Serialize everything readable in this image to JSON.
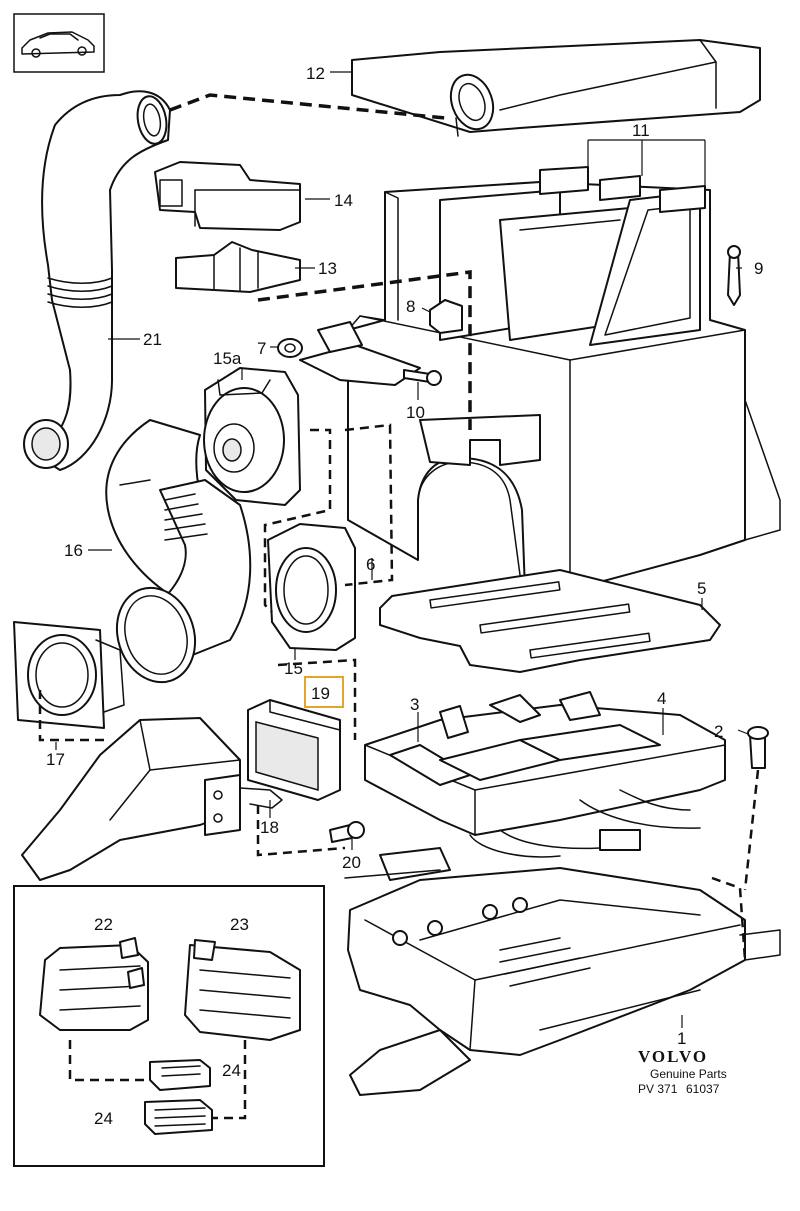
{
  "callouts": {
    "c1": "1",
    "c2": "2",
    "c3": "3",
    "c4": "4",
    "c5": "5",
    "c6": "6",
    "c7": "7",
    "c8": "8",
    "c9": "9",
    "c10": "10",
    "c11": "11",
    "c12": "12",
    "c13": "13",
    "c14": "14",
    "c15": "15",
    "c15a": "15a",
    "c16": "16",
    "c17": "17",
    "c18": "18",
    "c19": "19",
    "c20": "20",
    "c21": "21",
    "c22": "22",
    "c23": "23",
    "c24a": "24",
    "c24b": "24"
  },
  "brand": {
    "name": "VOLVO",
    "tagline": "Genuine Parts",
    "ref_prefix": "PV 371",
    "ref_number": "61037"
  },
  "colors": {
    "line": "#111111",
    "highlight": "#e3a52b",
    "background": "#ffffff"
  },
  "highlighted_callout": "19"
}
